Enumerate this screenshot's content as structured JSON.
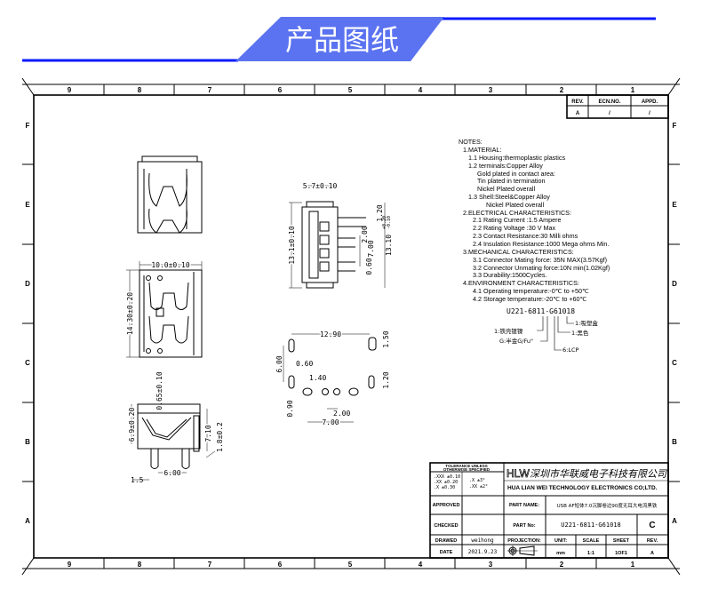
{
  "header": {
    "title": "产品图纸",
    "accent_color": "#5b73f0",
    "line_color": "#0a1aff"
  },
  "frame": {
    "columns": [
      "9",
      "8",
      "7",
      "6",
      "5",
      "4",
      "3",
      "2",
      "1"
    ],
    "rows": [
      "F",
      "E",
      "D",
      "C",
      "B",
      "A"
    ]
  },
  "revision_table": {
    "headers": [
      "REV.",
      "ECN.NO.",
      "APPD."
    ],
    "values": [
      "A",
      "/",
      "/"
    ]
  },
  "notes": {
    "lines": [
      "NOTES:",
      "1.MATERIAL:",
      "1.1  Housing:thermoplastic  plastics",
      "1.2  terminals:Copper  Alloy",
      "Gold  plated  in  contact  area:",
      "Tin  plated  in  termination",
      "Nickel  Plated  overall",
      "1.3  Shell:Steel&Copper  Alloy",
      "Nickel  Plated  overall",
      "2.ELECTRICAL  CHARACTERISTICS:",
      "2.1  Rating  Current  :1.5  Ampere",
      "2.2  Rating  Voltage  :30  V  Max",
      "2.3  Contact  Resistance:30  Milli  ohms",
      "2.4  Insulation  Resistance:1000  Mega  ohms  Min.",
      "3.MECHANICAL  CHARACTERISTICS:",
      "3.1  Connector  Mating  force:  35N  MAX(3.57Kgf)",
      "3.2  Connector  Unmating  force:10N  min(1.02Kgf)",
      "3.3  Durability:1500Cycles.",
      "4.ENVIRONMENT  CHARACTERISTICS:",
      "4.1  Operating  temperature:-0℃  to  +50℃",
      "4.2  Storage  temperature:-20℃  to  +60℃"
    ]
  },
  "part_code": {
    "code": "U221-6811-G61018",
    "legend": [
      "1:吸塑盒",
      "1:黑色",
      "6:LCP",
      "G:半金G/Fu\"",
      "1:铁壳镀镍"
    ]
  },
  "dimensions": {
    "top_view": [
      "10.0±0.10",
      "14.30±0.20"
    ],
    "side_view": [
      "6.9±0.20",
      "0.65±0.10",
      "7.10",
      "1.8±0.2",
      "6.00",
      "1.5"
    ],
    "front_view": [
      "5.7±0.10",
      "13.1±0.10",
      "1.20",
      "2.00",
      "7.00",
      "0.60",
      "13.10"
    ],
    "front_view_tol": [
      "+0.20",
      "-0.10"
    ],
    "footprint": [
      "12.90",
      "1.50",
      "0.60",
      "6.00",
      "1.40",
      "1.20",
      "0.90",
      "2.00",
      "7.00"
    ]
  },
  "title_block": {
    "tolerance_title": [
      "TOLERANCE  UNLESS",
      "OTHERWISE  SPECIFIED"
    ],
    "tolerance_values": [
      ".XXX  ±0.10",
      ".XX   ±0.20",
      ".X    ±0.30"
    ],
    "angle_values": [
      ".X   ±3°",
      ".XX  ±2°"
    ],
    "logo": "HLW",
    "company_cn": "深圳市华联威电子科技有限公司",
    "company_en": "HUA  LIAN  WEI  TECHNOLOGY  ELECTRONICS  CO;LTD.",
    "approved_label": "APPROVED",
    "checked_label": "CHECKED",
    "drawed_label": "DRAWED",
    "drawed_value": "weihong",
    "date_label": "DATE",
    "date_value": "2021.9.23",
    "part_name_label": "PART  NAME:",
    "part_name_value": "USB AF短体7.0沉脚卷边90度无耳大电流黑铁",
    "part_no_label": "PART  No:",
    "part_no_value": "U221-6811-G61018",
    "part_rev_value": "C",
    "projection_label": "PROJECTION:",
    "unit_label": "UNIT:",
    "unit_value": "mm",
    "scale_label": "SCALE",
    "scale_value": "1:1",
    "sheet_label": "SHEET",
    "sheet_value": "1OF1",
    "rev_label": "REV.",
    "rev_value": "A"
  }
}
